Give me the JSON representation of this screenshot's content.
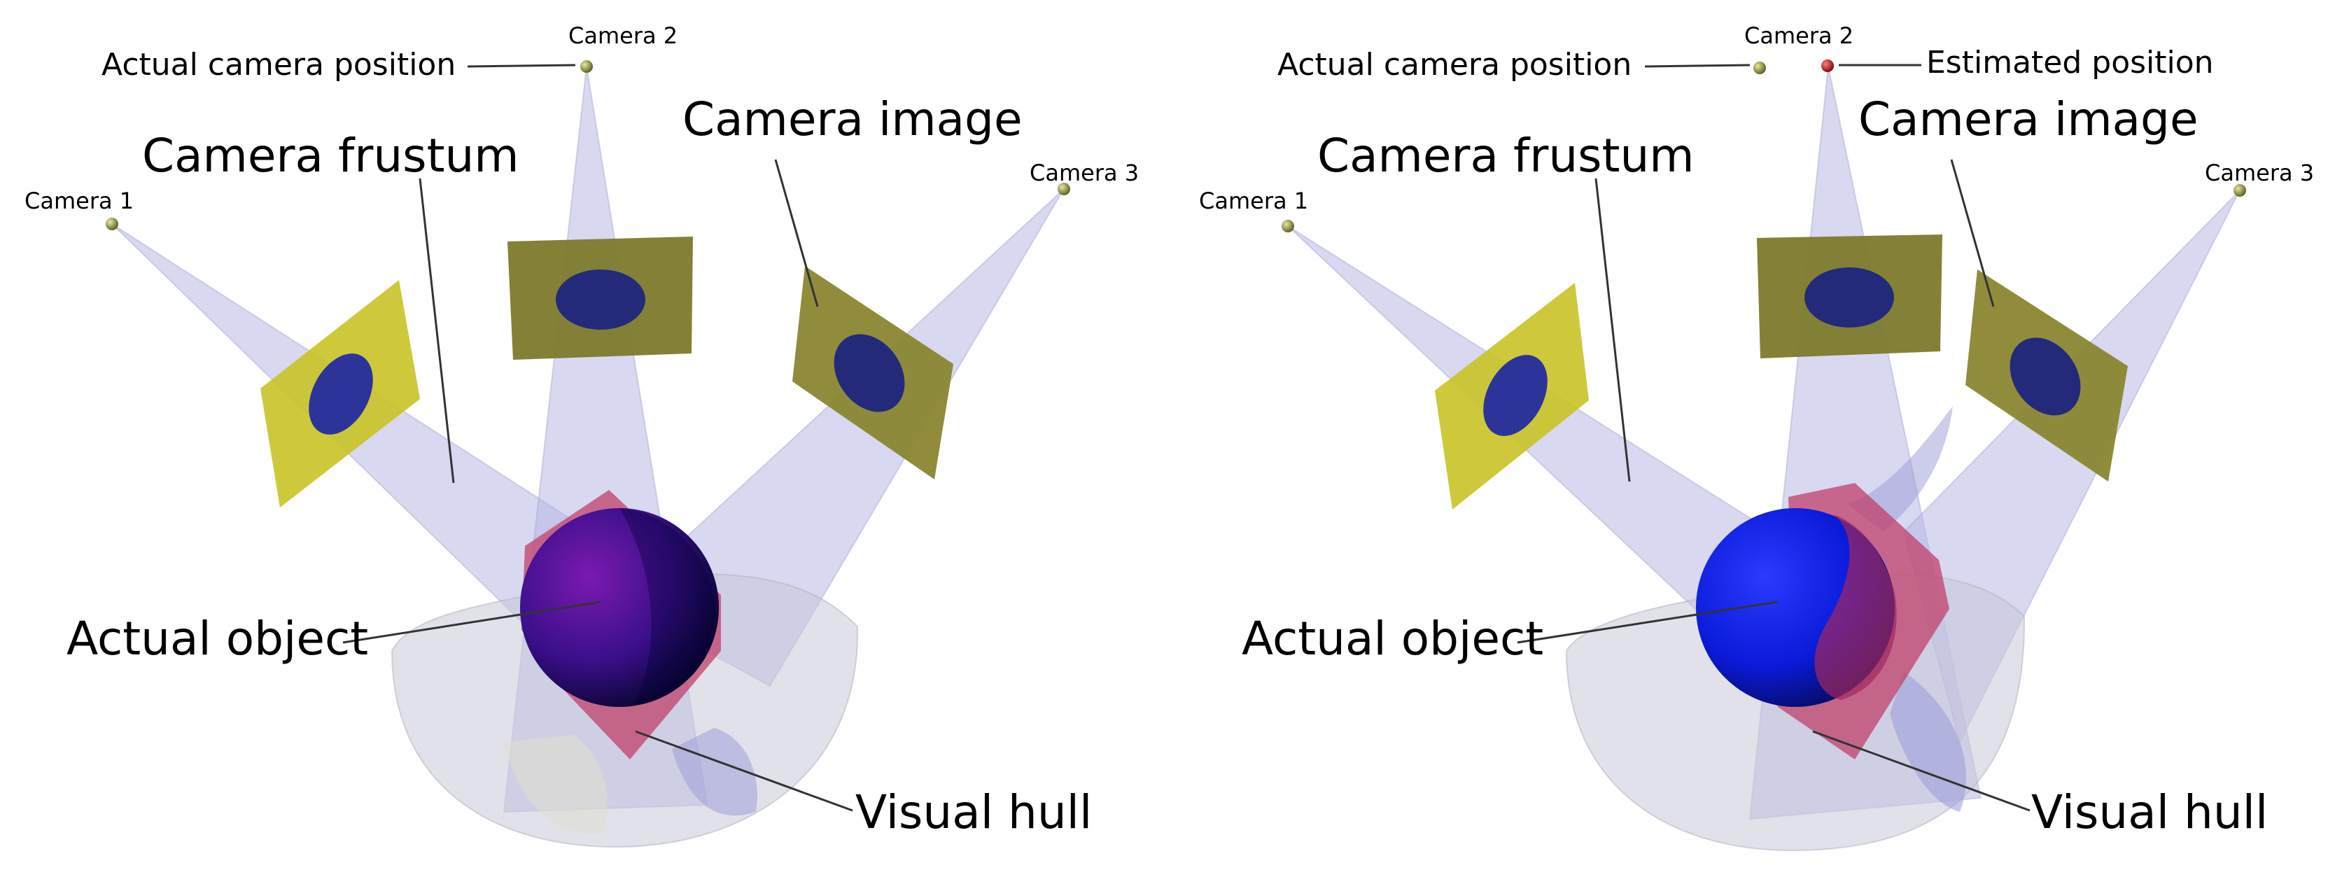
{
  "panels": [
    {
      "id": "left",
      "camera_labels": [
        "Camera 1",
        "Camera 2",
        "Camera 3"
      ],
      "labels": {
        "actual_camera_position": "Actual camera position",
        "camera_frustum": "Camera frustum",
        "camera_image": "Camera image",
        "actual_object": "Actual object",
        "visual_hull": "Visual hull"
      }
    },
    {
      "id": "right",
      "camera_labels": [
        "Camera 1",
        "Camera 2",
        "Camera 3"
      ],
      "labels": {
        "actual_camera_position": "Actual camera position",
        "estimated_position": "Estimated position",
        "camera_frustum": "Camera frustum",
        "camera_image": "Camera image",
        "actual_object": "Actual object",
        "visual_hull": "Visual hull"
      }
    }
  ],
  "colors": {
    "frustum": "#b8b8e6",
    "image_plane_bright": "#c9c42a",
    "image_plane_dark": "#7d7a2b",
    "silhouette": "#232a7a",
    "sphere": "#2a1aa8",
    "visual_hull": "#c0406a",
    "camera_marker": "#8a8a35",
    "estimated_marker": "#cc1010"
  }
}
